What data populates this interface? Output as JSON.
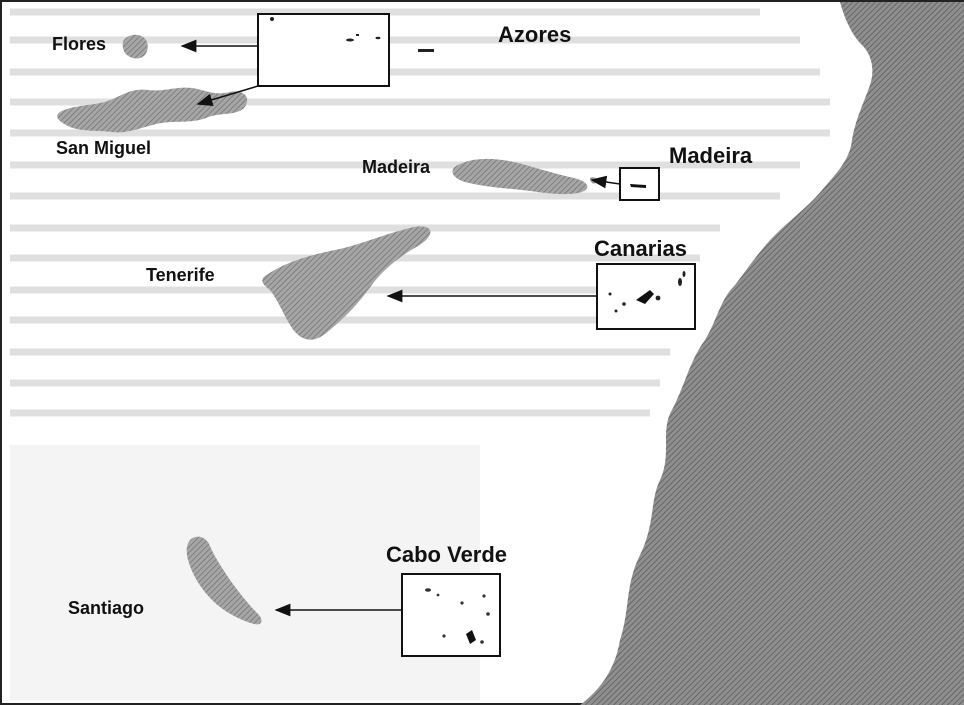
{
  "labels": {
    "flores": "Flores",
    "azores": "Azores",
    "san_miguel": "San Miguel",
    "madeira_island": "Madeira",
    "madeira_region": "Madeira",
    "canarias": "Canarias",
    "tenerife": "Tenerife",
    "cabo_verde": "Cabo Verde",
    "santiago": "Santiago"
  }
}
